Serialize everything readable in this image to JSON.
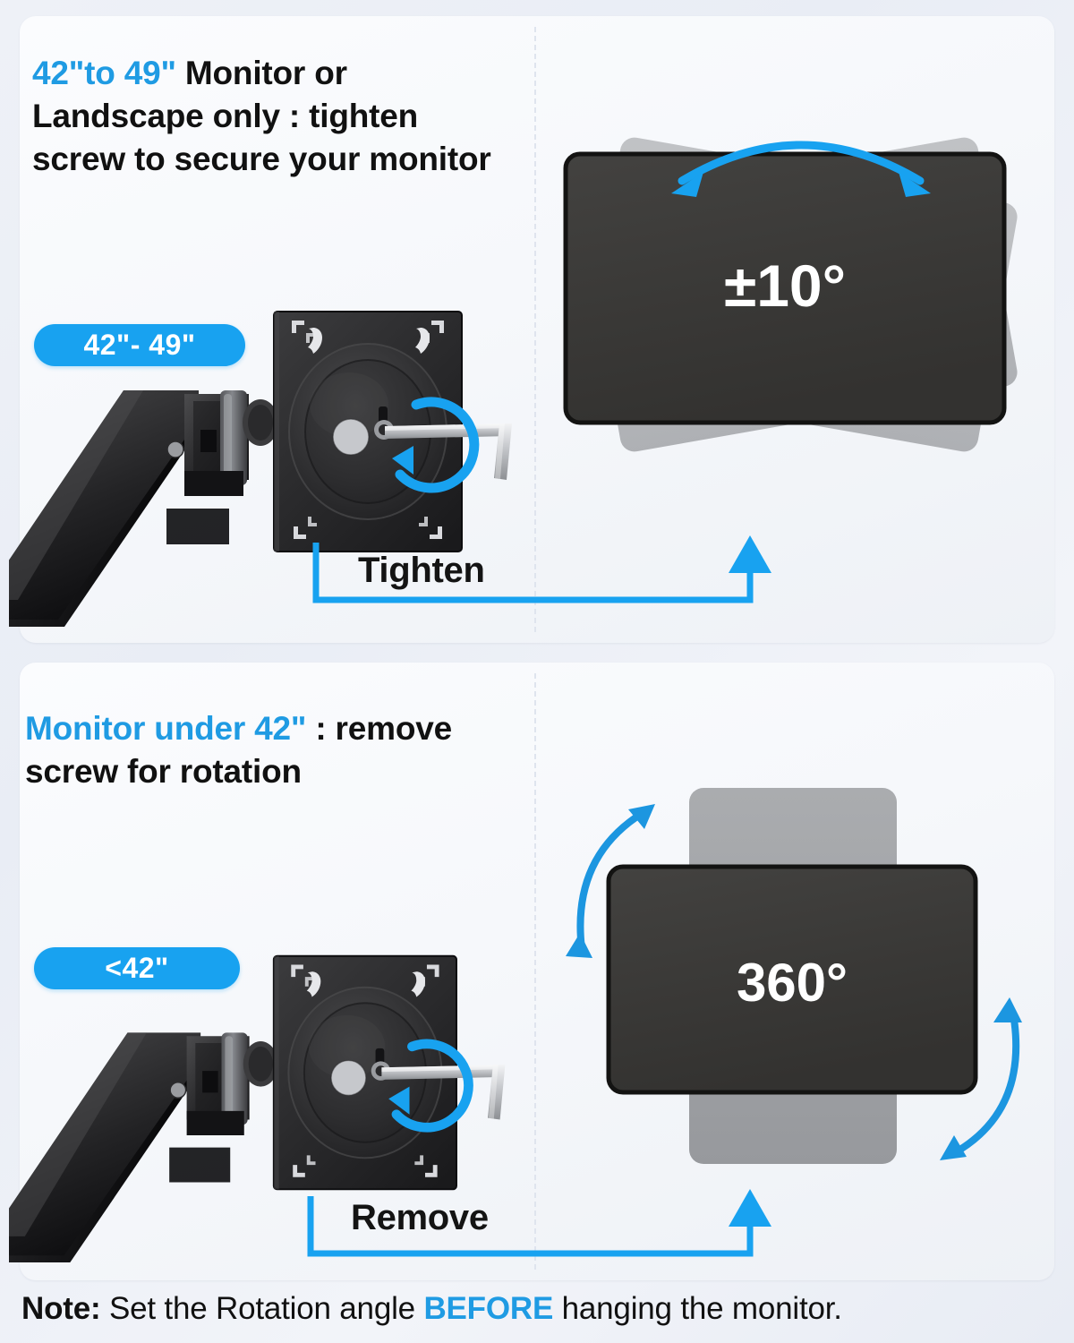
{
  "colors": {
    "accent_blue": "#18A2F0",
    "heading_blue": "#1F9BE3",
    "monitor_dark": "#3B3A38",
    "ghost_gray": "#A0A2A5",
    "page_bg": "#EEF1F7",
    "card_bg": "#F7F9FC",
    "text_dark": "#111111"
  },
  "panels": [
    {
      "id": "tighten",
      "heading": {
        "highlight": "42\"to 49\"",
        "rest": " Monitor or Landscape only : tighten screw to secure your monitor"
      },
      "badge": "42\"- 49\"",
      "action_label": "Tighten",
      "diagram": {
        "value": "±10°",
        "ghost_orientation": "landscape-tilted",
        "tilt_degrees": 10,
        "arrow_style": "double-headed-arc-top"
      },
      "photo": {
        "alt_name": "monitor-arm-vesa-plate-with-allen-key",
        "rotation_hint": "clockwise-circular-arrow"
      }
    },
    {
      "id": "rotate",
      "heading": {
        "highlight": "Monitor under 42\"",
        "rest": " : remove screw for rotation"
      },
      "badge": "<42\"",
      "action_label": "Remove",
      "diagram": {
        "value": "360°",
        "ghost_orientation": "portrait",
        "arrow_style": "double-curved-arrows-left-right"
      },
      "photo": {
        "alt_name": "monitor-arm-vesa-plate-with-allen-key",
        "rotation_hint": "clockwise-circular-arrow"
      }
    }
  ],
  "note": {
    "prefix": "Note:",
    "mid": " Set the Rotation angle ",
    "emphasis": "BEFORE",
    "suffix": " hanging the monitor."
  }
}
